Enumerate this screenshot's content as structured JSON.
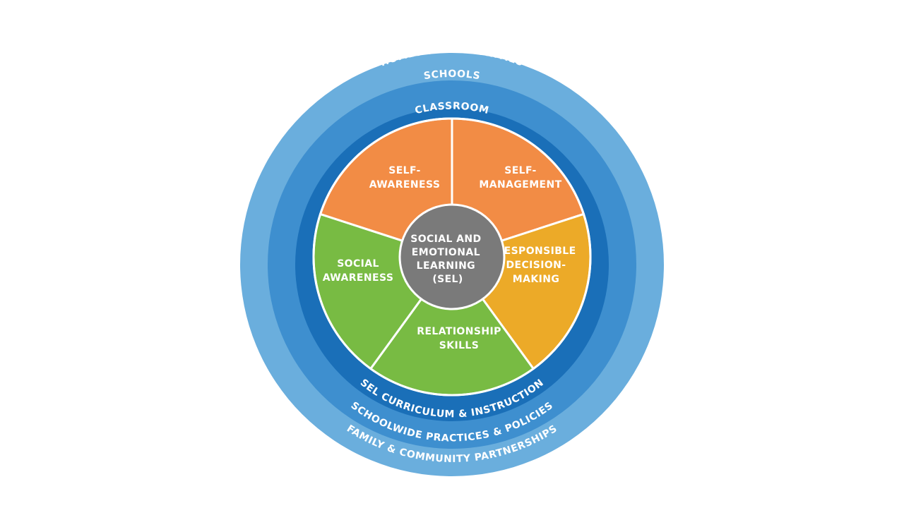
{
  "rings": {
    "outer": {
      "top_label": "HOMES & COMMUNITIES",
      "bottom_label": "FAMILY & COMMUNITY PARTNERSHIPS",
      "color": "#6aaedd"
    },
    "middle": {
      "top_label": "SCHOOLS",
      "bottom_label": "SCHOOLWIDE PRACTICES & POLICIES",
      "color": "#3e8fcf"
    },
    "inner": {
      "top_label": "CLASSROOM",
      "bottom_label": "SEL CURRICULUM & INSTRUCTION",
      "color": "#1a6fb8"
    }
  },
  "segments": [
    {
      "lines": [
        "SELF-",
        "MANAGEMENT"
      ],
      "color": "#f28c45"
    },
    {
      "lines": [
        "RESPONSIBLE",
        "DECISION-",
        "MAKING"
      ],
      "color": "#ecaa28"
    },
    {
      "lines": [
        "RELATIONSHIP",
        "SKILLS"
      ],
      "color": "#78bb43"
    },
    {
      "lines": [
        "SOCIAL",
        "AWARENESS"
      ],
      "color": "#78bb43"
    },
    {
      "lines": [
        "SELF-",
        "AWARENESS"
      ],
      "color": "#f28c45"
    }
  ],
  "center": {
    "lines": [
      "SOCIAL AND",
      "EMOTIONAL",
      "LEARNING",
      "(SEL)"
    ],
    "color": "#7a7a7a"
  }
}
